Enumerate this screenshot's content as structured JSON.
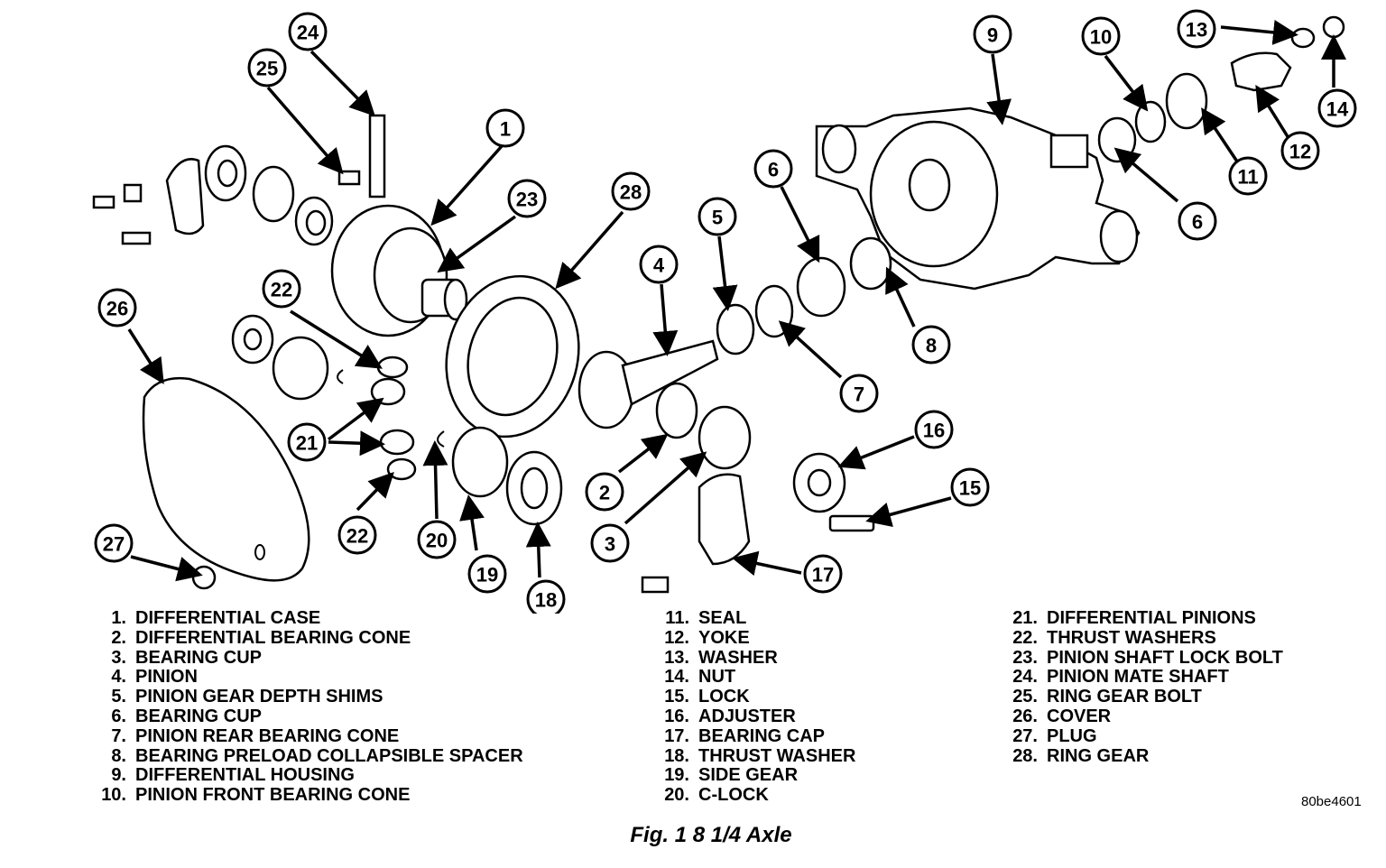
{
  "callouts": [
    "1",
    "2",
    "3",
    "4",
    "5",
    "6",
    "7",
    "8",
    "9",
    "10",
    "11",
    "12",
    "13",
    "14",
    "15",
    "16",
    "17",
    "18",
    "19",
    "20",
    "21",
    "22",
    "23",
    "24",
    "25",
    "26",
    "27",
    "28",
    "6",
    "22"
  ],
  "legend": {
    "col1": [
      {
        "num": "1.",
        "text": "DIFFERENTIAL CASE"
      },
      {
        "num": "2.",
        "text": "DIFFERENTIAL BEARING CONE"
      },
      {
        "num": "3.",
        "text": "BEARING CUP"
      },
      {
        "num": "4.",
        "text": "PINION"
      },
      {
        "num": "5.",
        "text": "PINION GEAR DEPTH SHIMS"
      },
      {
        "num": "6.",
        "text": "BEARING CUP"
      },
      {
        "num": "7.",
        "text": "PINION REAR BEARING CONE"
      },
      {
        "num": "8.",
        "text": "BEARING PRELOAD COLLAPSIBLE SPACER"
      },
      {
        "num": "9.",
        "text": "DIFFERENTIAL HOUSING"
      },
      {
        "num": "10.",
        "text": "PINION FRONT BEARING CONE"
      }
    ],
    "col2": [
      {
        "num": "11.",
        "text": "SEAL"
      },
      {
        "num": "12.",
        "text": "YOKE"
      },
      {
        "num": "13.",
        "text": "WASHER"
      },
      {
        "num": "14.",
        "text": "NUT"
      },
      {
        "num": "15.",
        "text": "LOCK"
      },
      {
        "num": "16.",
        "text": "ADJUSTER"
      },
      {
        "num": "17.",
        "text": "BEARING CAP"
      },
      {
        "num": "18.",
        "text": "THRUST WASHER"
      },
      {
        "num": "19.",
        "text": "SIDE GEAR"
      },
      {
        "num": "20.",
        "text": "C-LOCK"
      }
    ],
    "col3": [
      {
        "num": "21.",
        "text": "DIFFERENTIAL PINIONS"
      },
      {
        "num": "22.",
        "text": "THRUST WASHERS"
      },
      {
        "num": "23.",
        "text": "PINION SHAFT LOCK BOLT"
      },
      {
        "num": "24.",
        "text": "PINION MATE SHAFT"
      },
      {
        "num": "25.",
        "text": "RING GEAR BOLT"
      },
      {
        "num": "26.",
        "text": "COVER"
      },
      {
        "num": "27.",
        "text": "PLUG"
      },
      {
        "num": "28.",
        "text": "RING GEAR"
      }
    ]
  },
  "figure_code": "80be4601",
  "caption": "Fig. 1 8 1/4 Axle"
}
